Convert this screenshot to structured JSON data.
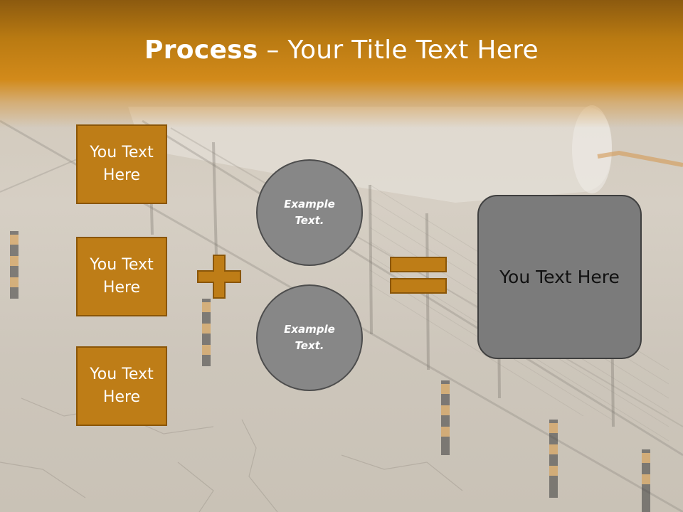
{
  "header": {
    "title_bold": "Process",
    "title_rest": "– Your Title Text Here"
  },
  "left_boxes": [
    "You Text Here",
    "You Text Here",
    "You Text Here"
  ],
  "circles": [
    "Example Text.",
    "Example Text."
  ],
  "result": {
    "label": "You Text Here"
  },
  "operators": {
    "plus": "plus-icon",
    "equals": "equals-icon"
  },
  "colors": {
    "accent": "#be7d17",
    "accent_border": "#8a5608",
    "circle_fill": "#878787",
    "result_fill": "#7b7b7b",
    "header_dark": "#8c5a0f"
  }
}
